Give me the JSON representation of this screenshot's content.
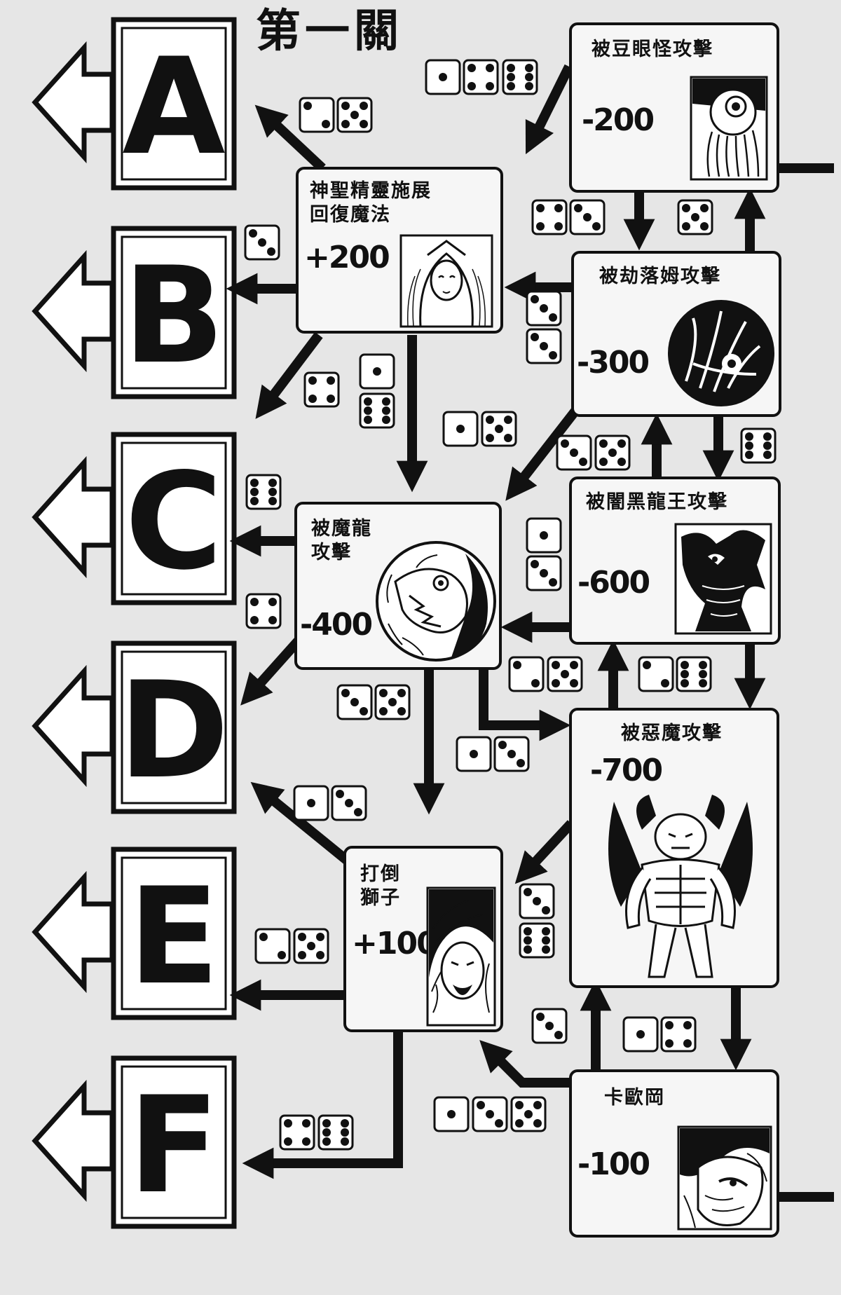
{
  "title": "第一關",
  "exits": [
    "A",
    "B",
    "C",
    "D",
    "E",
    "F"
  ],
  "cards": {
    "eye_monster": {
      "label": "被豆眼怪攻擊",
      "value": "-200",
      "icon": "eyeball-monster"
    },
    "holy_spirit": {
      "label": "神聖精靈施展\n回復魔法",
      "value": "+200",
      "icon": "spirit-fairy"
    },
    "glom": {
      "label": "被劫落姆攻擊",
      "value": "-300",
      "icon": "tentacle-monster"
    },
    "dark_dragon": {
      "label": "被闇黑龍王攻擊",
      "value": "-600",
      "icon": "dark-dragon-king"
    },
    "demon_dragon": {
      "label": "被魔龍\n攻擊",
      "value": "-400",
      "icon": "demon-dragon"
    },
    "devil": {
      "label": "被惡魔攻擊",
      "value": "-700",
      "icon": "winged-devil"
    },
    "lion": {
      "label": "打倒\n獅子",
      "value": "+100",
      "icon": "lion"
    },
    "kaoh": {
      "label": "卡歐岡",
      "value": "-100",
      "icon": "kaoh-monster"
    }
  },
  "colors": {
    "ink": "#111111",
    "paper": "#f6f6f6",
    "background": "#e6e6e6"
  }
}
